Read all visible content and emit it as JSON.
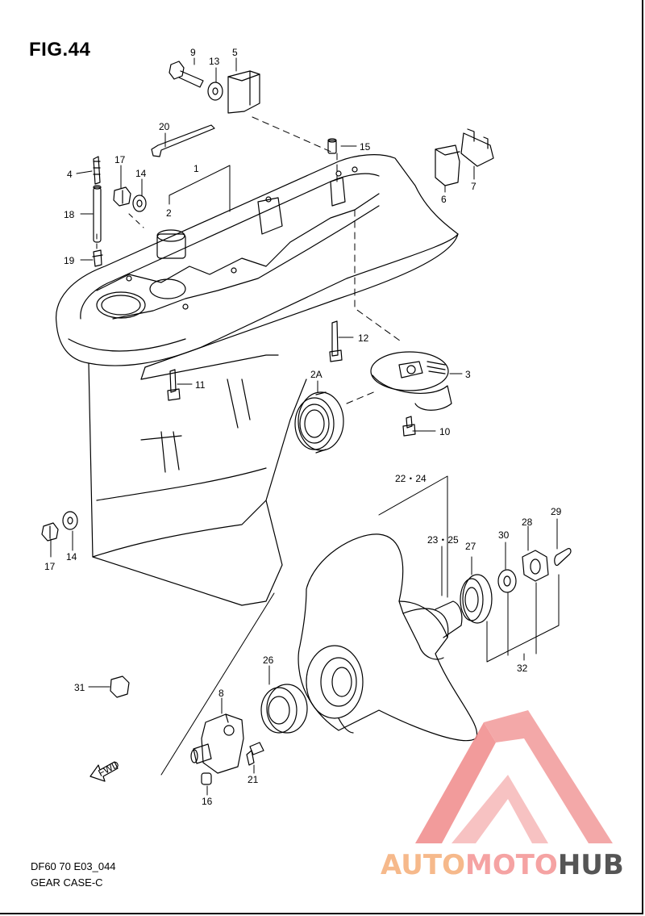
{
  "figure": {
    "title": "FIG.44",
    "model_code": "DF60 70 E03_044",
    "name": "GEAR CASE-C"
  },
  "callouts": [
    {
      "id": "c9",
      "text": "9"
    },
    {
      "id": "c13",
      "text": "13"
    },
    {
      "id": "c5",
      "text": "5"
    },
    {
      "id": "c20",
      "text": "20"
    },
    {
      "id": "c15",
      "text": "15"
    },
    {
      "id": "c6",
      "text": "6"
    },
    {
      "id": "c7",
      "text": "7"
    },
    {
      "id": "c4",
      "text": "4"
    },
    {
      "id": "c17a",
      "text": "17"
    },
    {
      "id": "c14a",
      "text": "14"
    },
    {
      "id": "c1",
      "text": "1"
    },
    {
      "id": "c2",
      "text": "2"
    },
    {
      "id": "c18",
      "text": "18"
    },
    {
      "id": "c19",
      "text": "19"
    },
    {
      "id": "c12",
      "text": "12"
    },
    {
      "id": "c2A",
      "text": "2A"
    },
    {
      "id": "c3",
      "text": "3"
    },
    {
      "id": "c11",
      "text": "11"
    },
    {
      "id": "c10",
      "text": "10"
    },
    {
      "id": "c22",
      "text": "22・24"
    },
    {
      "id": "c23",
      "text": "23・25"
    },
    {
      "id": "c27",
      "text": "27"
    },
    {
      "id": "c30",
      "text": "30"
    },
    {
      "id": "c28",
      "text": "28"
    },
    {
      "id": "c29",
      "text": "29"
    },
    {
      "id": "c17b",
      "text": "17"
    },
    {
      "id": "c14b",
      "text": "14"
    },
    {
      "id": "c32",
      "text": "32"
    },
    {
      "id": "c26",
      "text": "26"
    },
    {
      "id": "c31",
      "text": "31"
    },
    {
      "id": "c8",
      "text": "8"
    },
    {
      "id": "c21",
      "text": "21"
    },
    {
      "id": "c16",
      "text": "16"
    }
  ],
  "fwd_marker": "FWD",
  "watermark": {
    "part1": "AUTO",
    "part2": "MOTO",
    "part3": "HUB",
    "logo": "automotohub-triangle-logo"
  }
}
